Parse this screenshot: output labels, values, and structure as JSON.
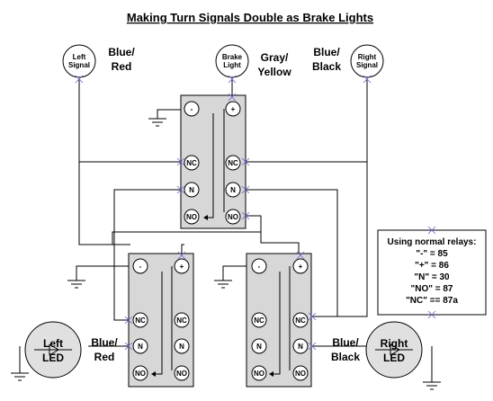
{
  "title": "Making Turn Signals Double as Brake Lights",
  "lamps": {
    "left": {
      "line1": "Left",
      "line2": "Signal"
    },
    "brake": {
      "line1": "Brake",
      "line2": "Light"
    },
    "right": {
      "line1": "Right",
      "line2": "Signal"
    }
  },
  "wire_labels": {
    "left_signal": {
      "line1": "Blue/",
      "line2": "Red"
    },
    "brake": {
      "line1": "Gray/",
      "line2": "Yellow"
    },
    "right_signal": {
      "line1": "Blue/",
      "line2": "Black"
    },
    "left_led": {
      "line1": "Blue/",
      "line2": "Red"
    },
    "right_led": {
      "line1": "Blue/",
      "line2": "Black"
    }
  },
  "leds": {
    "left": {
      "line1": "Left",
      "line2": "LED"
    },
    "right": {
      "line1": "Right",
      "line2": "LED"
    }
  },
  "terminals": {
    "minus": "-",
    "plus": "+",
    "nc": "NC",
    "n": "N",
    "no": "NO"
  },
  "legend": {
    "heading": "Using  normal relays:",
    "lines": [
      "\"-\" = 85",
      "\"+\" = 86",
      "\"N\" = 30",
      "\"NO\" = 87",
      "\"NC\" == 87a"
    ]
  }
}
